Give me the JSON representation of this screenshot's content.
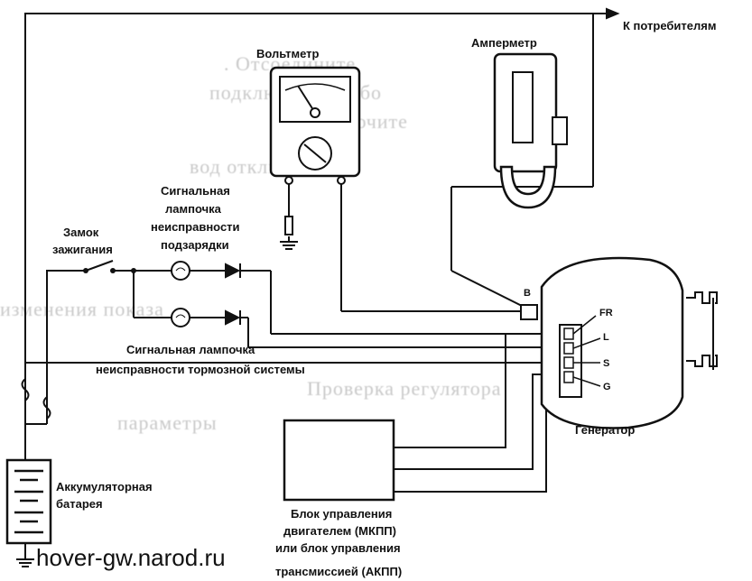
{
  "labels": {
    "consumers": "К потребителям",
    "voltmeter": "Вольтметр",
    "ammeter": "Амперметр",
    "charge_lamp_1": "Сигнальная",
    "charge_lamp_2": "лампочка",
    "charge_lamp_3": "неисправности",
    "charge_lamp_4": "подзарядки",
    "ignition_1": "Замок",
    "ignition_2": "зажигания",
    "brake_lamp_1": "Сигнальная лампочка",
    "brake_lamp_2": "неисправности тормозной системы",
    "generator": "Генератор",
    "battery_1": "Аккумуляторная",
    "battery_2": "батарея",
    "ecu_1": "Блок управления",
    "ecu_2": "двигателем (МКПП)",
    "ecu_3": "или блок управления",
    "ecu_4": "трансмиссией (АКПП)",
    "terminal_b": "B",
    "terminal_fr": "FR",
    "terminal_l": "L",
    "terminal_s": "S",
    "terminal_g": "G"
  },
  "footer": "hover-gw.narod.ru",
  "colors": {
    "line": "#111111",
    "ghost_text": "#c9c9c9"
  }
}
